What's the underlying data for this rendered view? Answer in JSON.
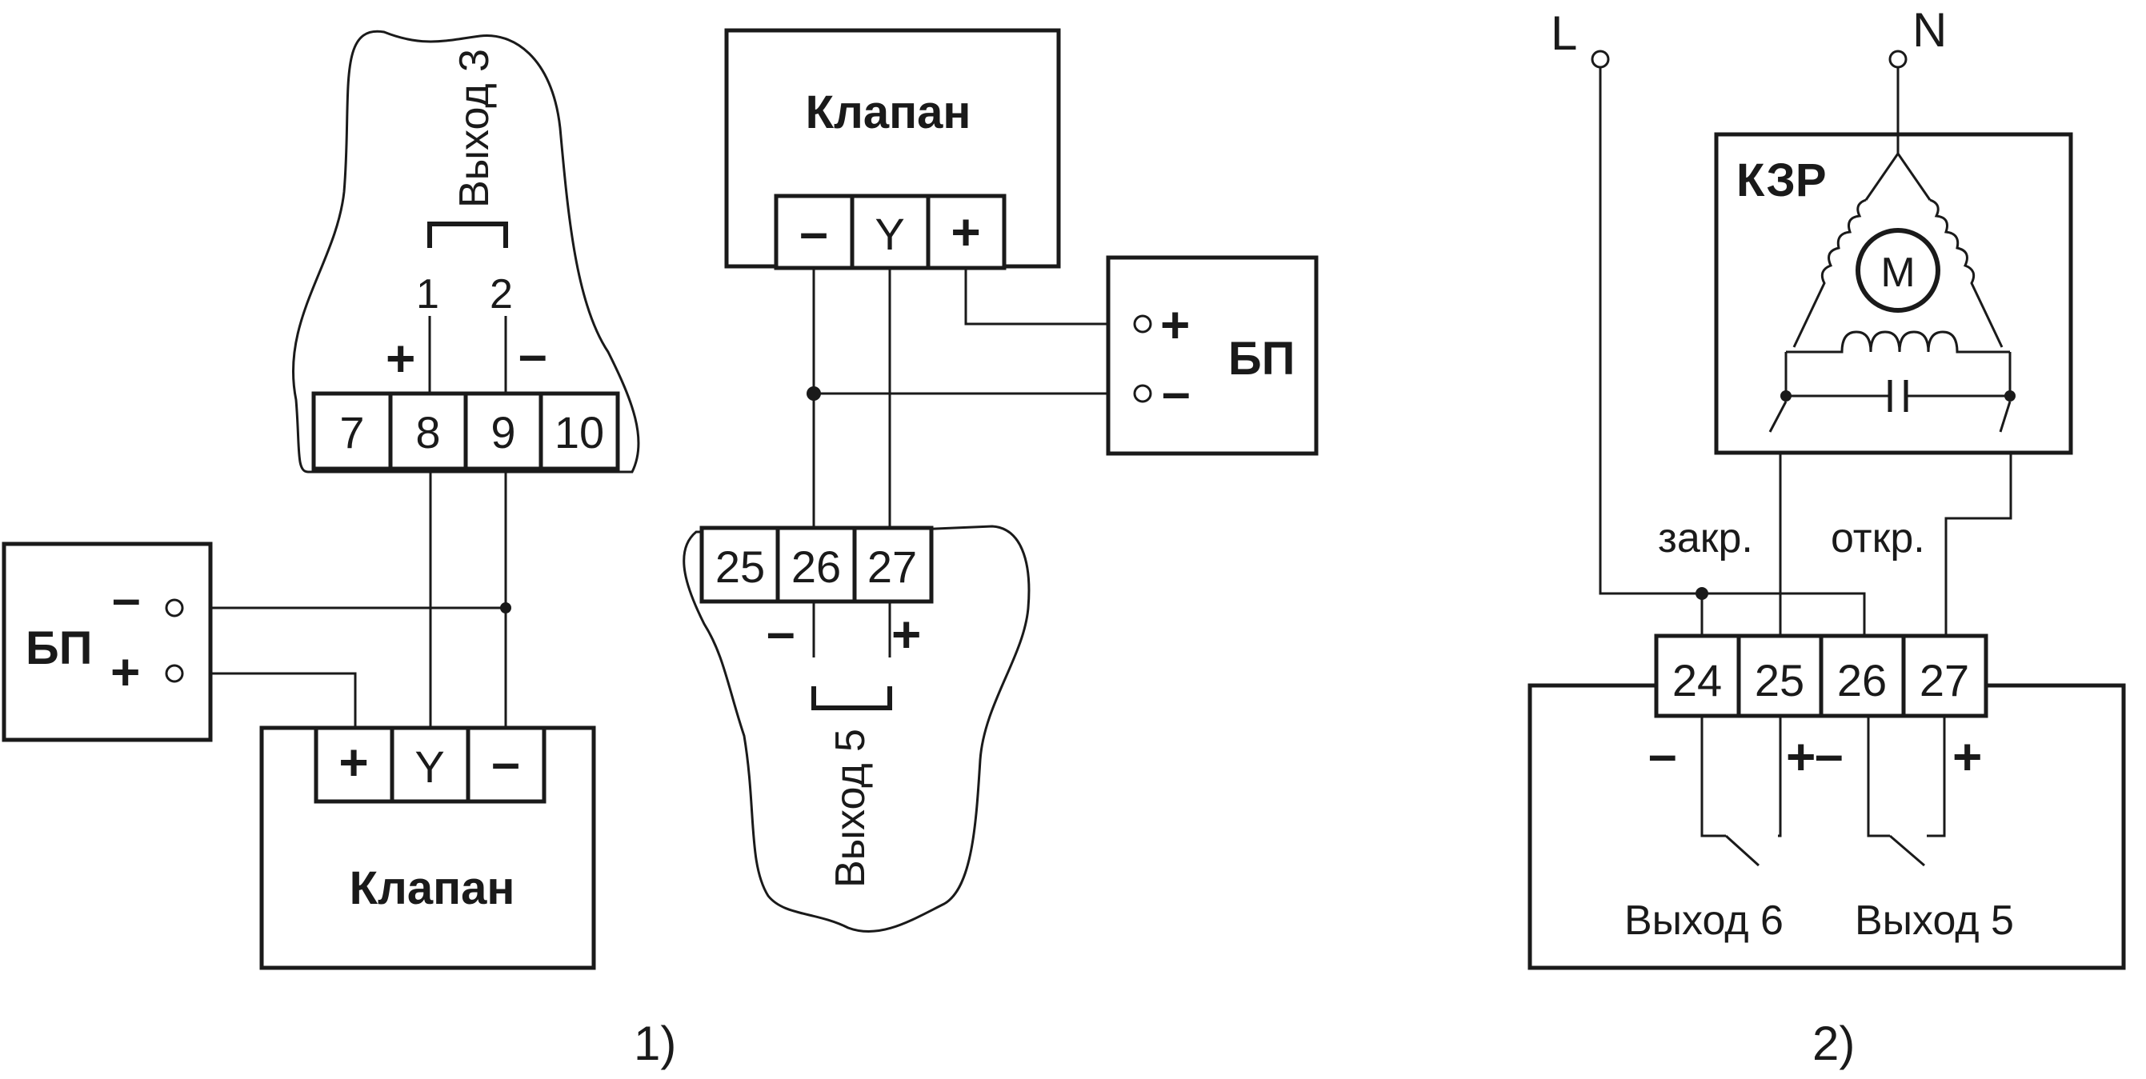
{
  "diagram1": {
    "caption": "1)",
    "left": {
      "output_label": "Выход 3",
      "pin1": "1",
      "pin2": "2",
      "pin1_sign": "+",
      "pin2_sign": "–",
      "terminals": [
        "7",
        "8",
        "9",
        "10"
      ],
      "psu_label": "БП",
      "psu_minus": "–",
      "psu_plus": "+",
      "valve_label": "Клапан",
      "valve_terminals": [
        "+",
        "Y",
        "–"
      ]
    },
    "right": {
      "valve_label": "Клапан",
      "valve_terminals": [
        "–",
        "Y",
        "+"
      ],
      "psu_label": "БП",
      "psu_plus": "+",
      "psu_minus": "–",
      "terminals": [
        "25",
        "26",
        "27"
      ],
      "sign_minus": "–",
      "sign_plus": "+",
      "output_label": "Выход 5"
    }
  },
  "diagram2": {
    "caption": "2)",
    "line_L": "L",
    "line_N": "N",
    "actuator_label": "КЗР",
    "motor_label": "М",
    "close_label": "закр.",
    "open_label": "откр.",
    "terminals": [
      "24",
      "25",
      "26",
      "27"
    ],
    "signs": [
      "–",
      "+",
      "–",
      "+"
    ],
    "output6": "Выход 6",
    "output5": "Выход 5"
  }
}
